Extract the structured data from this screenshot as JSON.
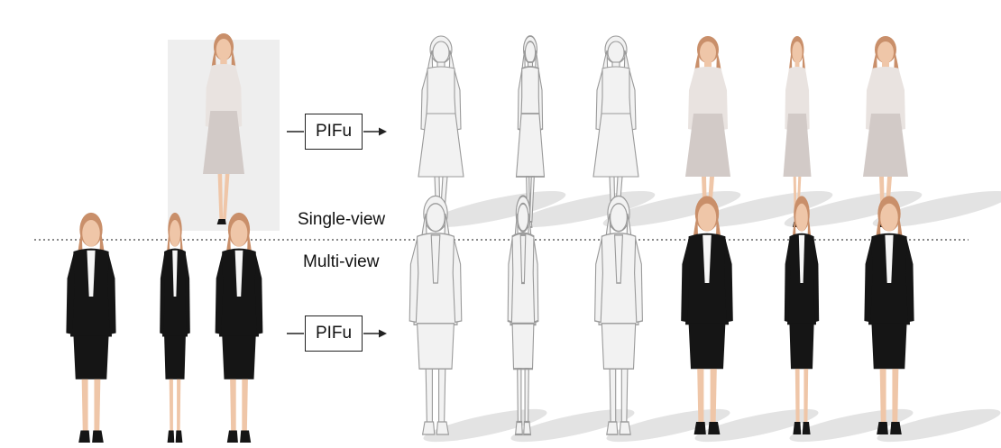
{
  "colors": {
    "background": "#ffffff",
    "input_panel": "#eeeeee",
    "mesh_fill": "#f2f2f2",
    "mesh_stroke": "#9a9a9a",
    "shadow": "#e3e3e3",
    "blouse": "#e9e3e0",
    "skirt_light": "#d2cac7",
    "hair_blonde": "#c98f6a",
    "skin": "#efc6a8",
    "suit_black": "#151515",
    "shirt_white": "#f6f6f6",
    "divider": "#444444"
  },
  "sections": {
    "single_view": {
      "caption": "Single-view",
      "method_label": "PIFu",
      "input_view_count": 1,
      "mesh_view_icons": [
        "front-view-icon",
        "side-view-icon",
        "back-view-icon"
      ],
      "textured_view_icons": [
        "front-view-icon",
        "side-view-icon",
        "back-view-icon"
      ]
    },
    "multi_view": {
      "caption": "Multi-view",
      "method_label": "PIFu",
      "input_view_count": 3,
      "mesh_view_icons": [
        "front-view-icon",
        "side-view-icon",
        "back-view-icon"
      ],
      "textured_view_icons": [
        "front-view-icon",
        "side-view-icon",
        "back-view-icon"
      ]
    }
  }
}
